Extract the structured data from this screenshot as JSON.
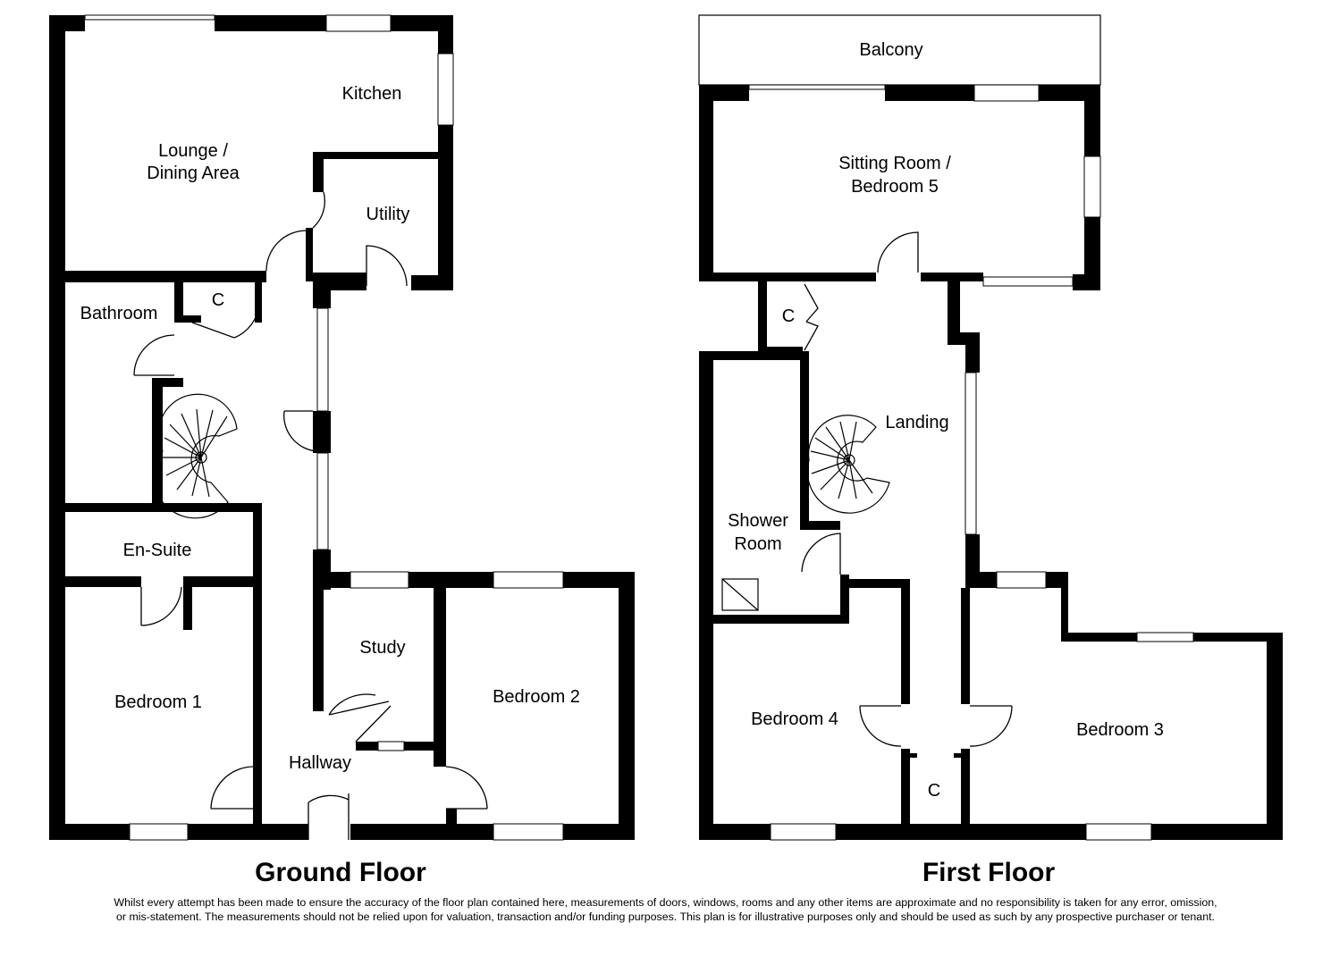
{
  "ground_floor": {
    "title": "Ground Floor",
    "rooms": {
      "lounge_line1": "Lounge /",
      "lounge_line2": "Dining Area",
      "kitchen": "Kitchen",
      "utility": "Utility",
      "bathroom": "Bathroom",
      "cupboard": "C",
      "en_suite": "En-Suite",
      "bedroom1": "Bedroom 1",
      "study": "Study",
      "bedroom2": "Bedroom 2",
      "hallway": "Hallway"
    }
  },
  "first_floor": {
    "title": "First Floor",
    "rooms": {
      "balcony": "Balcony",
      "sitting_line1": "Sitting Room /",
      "sitting_line2": "Bedroom 5",
      "cupboard_top": "C",
      "landing": "Landing",
      "shower_line1": "Shower",
      "shower_line2": "Room",
      "bedroom4": "Bedroom 4",
      "bedroom3": "Bedroom 3",
      "cupboard_bottom": "C"
    }
  },
  "disclaimer": {
    "line1": "Whilst every attempt has been made to ensure the accuracy of the floor plan contained here, measurements of doors, windows, rooms and any other items are approximate and no responsibility is taken for any error, omission,",
    "line2": "or mis-statement. The measurements should not be relied upon for valuation, transaction and/or funding purposes. This plan is for illustrative purposes only and should be used as such by any prospective purchaser or tenant."
  }
}
